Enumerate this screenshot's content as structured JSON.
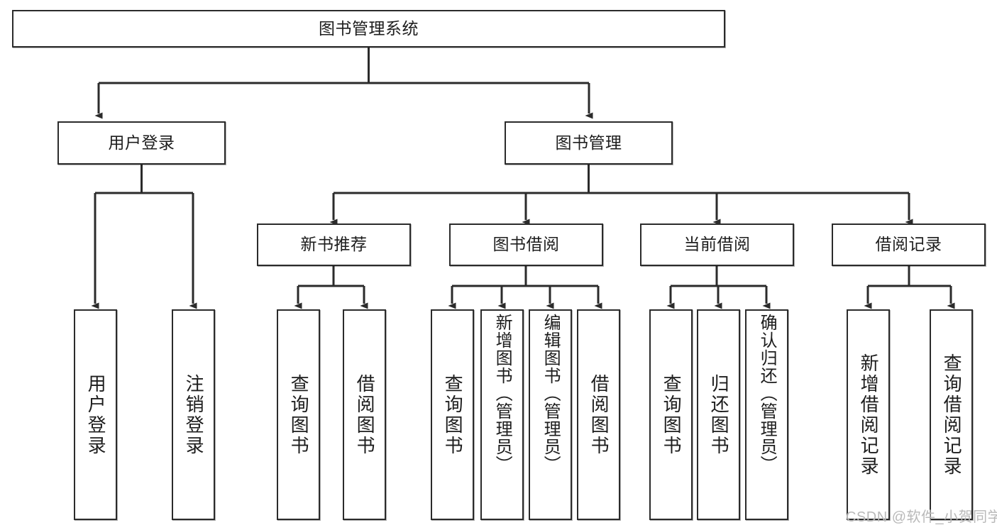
{
  "diagram": {
    "title": "图书管理系统",
    "type": "tree-hierarchy-diagram",
    "watermark": "CSDN @软件_小贺同学",
    "colors": {
      "box_border": "#2b2b2b",
      "box_fill": "#ffffff",
      "connector": "#2b2b2b",
      "text": "#1d1d1d",
      "watermark": "#b9b9b9",
      "background": "#ffffff"
    },
    "nodes": {
      "root": {
        "label": "图书管理系统"
      },
      "level2": [
        {
          "id": "user-login",
          "label": "用户登录"
        },
        {
          "id": "book-management",
          "label": "图书管理"
        }
      ],
      "level3": [
        {
          "id": "new-book-recommend",
          "label": "新书推荐"
        },
        {
          "id": "book-borrow",
          "label": "图书借阅"
        },
        {
          "id": "current-borrow",
          "label": "当前借阅"
        },
        {
          "id": "borrow-record",
          "label": "借阅记录"
        }
      ],
      "leaves": {
        "user_login": [
          {
            "id": "leaf-user-login",
            "label": "用户登录"
          },
          {
            "id": "leaf-logout-login",
            "label": "注销登录"
          }
        ],
        "new_book_recommend": [
          {
            "id": "leaf-query-book-1",
            "label": "查询图书"
          },
          {
            "id": "leaf-borrow-book-1",
            "label": "借阅图书"
          }
        ],
        "book_borrow": [
          {
            "id": "leaf-query-book-2",
            "label": "查询图书"
          },
          {
            "id": "leaf-add-book-admin",
            "label": "新增图书（管理员）"
          },
          {
            "id": "leaf-edit-book-admin",
            "label": "编辑图书（管理员）"
          },
          {
            "id": "leaf-borrow-book-2",
            "label": "借阅图书"
          }
        ],
        "current_borrow": [
          {
            "id": "leaf-query-book-3",
            "label": "查询图书"
          },
          {
            "id": "leaf-return-book",
            "label": "归还图书"
          },
          {
            "id": "leaf-confirm-return-admin",
            "label": "确认归还（管理员）"
          }
        ],
        "borrow_record": [
          {
            "id": "leaf-add-borrow-record",
            "label": "新增借阅记录"
          },
          {
            "id": "leaf-query-borrow-record",
            "label": "查询借阅记录"
          }
        ]
      }
    }
  }
}
